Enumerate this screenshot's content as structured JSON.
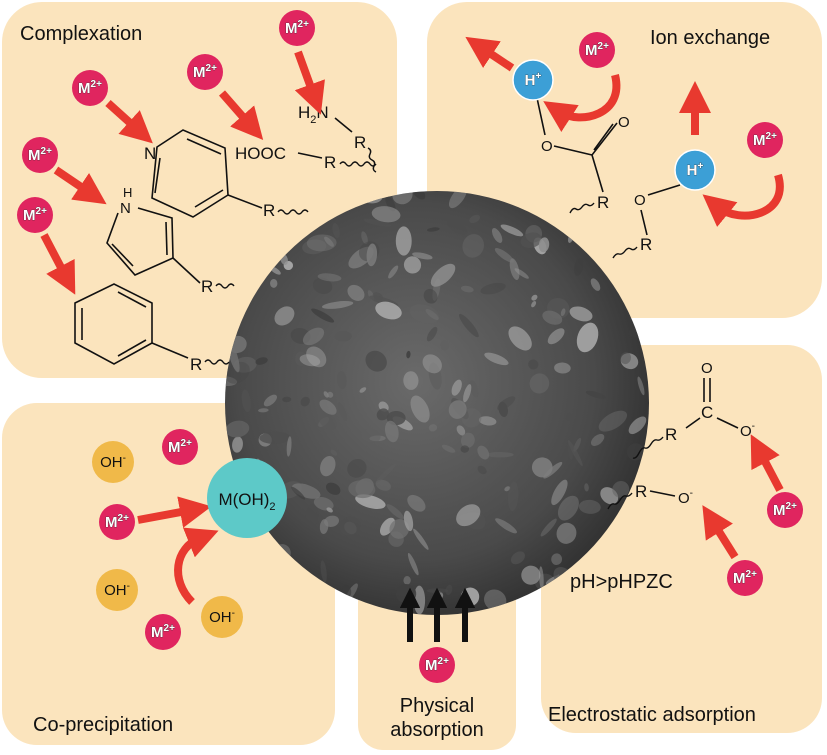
{
  "panels": {
    "complexation": "Complexation",
    "ion_exchange": "Ion exchange",
    "electrostatic": "Electrostatic adsorption",
    "coprecipitation": "Co-precipitation",
    "physical_line1": "Physical",
    "physical_line2": "absorption"
  },
  "ions": {
    "metal": "M",
    "metal_charge": "2+",
    "proton": "H",
    "proton_charge": "+",
    "hydroxide": "OH",
    "hydroxide_charge": "-",
    "hydroxide_product": "M(OH)",
    "hydroxide_product_sub": "2"
  },
  "chem": {
    "R": "R",
    "N": "N",
    "H": "H",
    "HOOC": "HOOC",
    "H2N_H": "H",
    "H2N_sub": "2",
    "H2N_N": "N",
    "O": "O",
    "O_minus": "-",
    "C": "C"
  },
  "condition": "pH>pHPZC",
  "colors": {
    "panel": "#fbe4bd",
    "metal_ion": "#e0255f",
    "proton": "#3c9fd6",
    "hydroxide": "#f0b949",
    "product": "#5dc9c8",
    "arrow": "#e8392f"
  }
}
